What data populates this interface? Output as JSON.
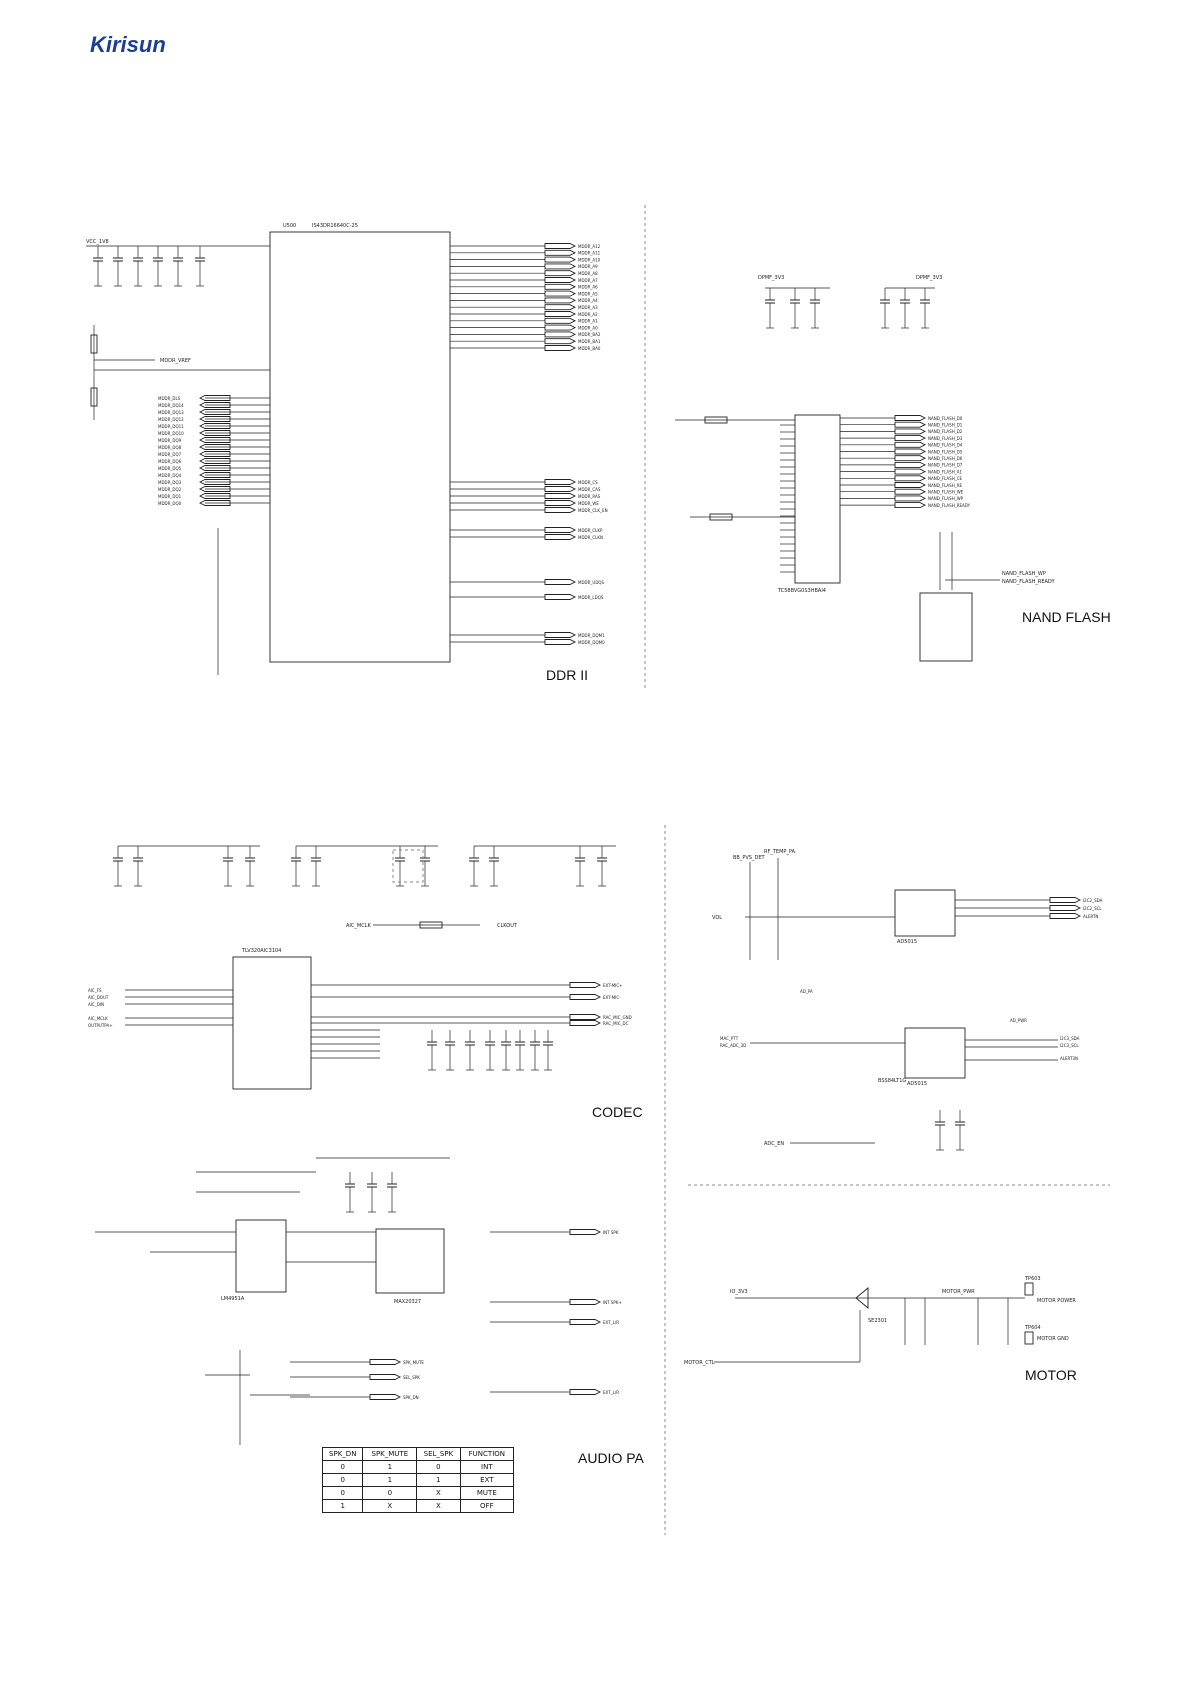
{
  "logo": {
    "text": "Kirisun",
    "color": "#1c3f95"
  },
  "sections": {
    "ddr": {
      "label": "DDR II",
      "chip_ref": "U500",
      "chip_part": "IS43DR16640C-25",
      "power_net": "VCC_1V8",
      "left_nets": [
        "MDDR_DLS",
        "MDDR_DQ14",
        "MDDR_DQ13",
        "MDDR_DQ12",
        "MDDR_DQ11",
        "MDDR_DQ10",
        "MDDR_DQ9",
        "MDDR_DQ8",
        "MDDR_DQ7",
        "MDDR_DQ6",
        "MDDR_DQ5",
        "MDDR_DQ4",
        "MDDR_DQ3",
        "MDDR_DQ2",
        "MDDR_DQ1",
        "MDDR_DQ0"
      ],
      "right_nets": [
        "MDDR_A12",
        "MDDR_A11",
        "MDDR_A10",
        "MDDR_A9",
        "MDDR_A8",
        "MDDR_A7",
        "MDDR_A6",
        "MDDR_A5",
        "MDDR_A4",
        "MDDR_A3",
        "MDDR_A2",
        "MDDR_A1",
        "MDDR_A0",
        "MDDR_BA2",
        "MDDR_BA1",
        "MDDR_BA0"
      ],
      "ctrl_nets": [
        "MDDR_CS",
        "MDDR_CAS",
        "MDDR_RAS",
        "MDDR_WE",
        "MDDR_CLK_EN",
        "MDDR_CLKP",
        "MDDR_CLKN",
        "MDDR_UDQS",
        "MDDR_LDQS",
        "MDDR_DQM1",
        "MDDR_DQM0"
      ],
      "vref_net": "MDDR_VREF"
    },
    "nand": {
      "label": "NAND FLASH",
      "chip_part": "TC58BVG0S3HBAI4",
      "power_nets": [
        "DPMF_3V3",
        "DPMF_3V3"
      ],
      "nets": [
        "NAND_FLASH_D0",
        "NAND_FLASH_D1",
        "NAND_FLASH_D2",
        "NAND_FLASH_D3",
        "NAND_FLASH_D4",
        "NAND_FLASH_D5",
        "NAND_FLASH_D6",
        "NAND_FLASH_D7",
        "NAND_FLASH_A1",
        "NAND_FLASH_CE",
        "NAND_FLASH_RE",
        "NAND_FLASH_WE",
        "NAND_FLASH_WP",
        "NAND_FLASH_READY"
      ],
      "wp_nets": [
        "NAND_FLASH_WP",
        "NAND_FLASH_READY"
      ]
    },
    "codec": {
      "label": "CODEC",
      "chip_part": "TLV320AIC3104",
      "nets": [
        "EXT-MIC+",
        "EXT-MIC-",
        "RAC_MIC_GND",
        "RAC_MIC_DC"
      ],
      "in_nets": [
        "AIC_FS",
        "AIC_DOUT",
        "AIC_DIN",
        "AIC_MCLK",
        "OUTPUTPA+"
      ],
      "clk_net": "AIC_MCLK",
      "clk_out": "CLKOUT"
    },
    "audio_pa": {
      "label": "AUDIO PA",
      "chips": [
        "LM4951A",
        "MAX20327"
      ],
      "nets": [
        "INT SPK",
        "INT SPK+",
        "EXT_L/R",
        "EXT_L/R",
        "SPK_MUTE",
        "SEL_SPK",
        "SPK_DN"
      ],
      "table": {
        "headers": [
          "SPK_DN",
          "SPK_MUTE",
          "SEL_SPK",
          "FUNCTION"
        ],
        "rows": [
          [
            "0",
            "1",
            "0",
            "INT"
          ],
          [
            "0",
            "1",
            "1",
            "EXT"
          ],
          [
            "0",
            "0",
            "X",
            "MUTE"
          ],
          [
            "1",
            "X",
            "X",
            "OFF"
          ]
        ]
      }
    },
    "adc": {
      "chips": [
        "AD5015",
        "AD5015"
      ],
      "top_nets": [
        "RF_TEMP_PA",
        "BB_PVS_DET",
        "VOL"
      ],
      "right_nets": [
        "I2C2_SDA",
        "I2C2_SCL",
        "ALERTN"
      ],
      "nets2": [
        "AD_PWR",
        "AD_PA",
        "MAC_PTT",
        "RAC_ADC_3D",
        "I2C3_SDA",
        "I2C3_SCL",
        "ALERT3N"
      ],
      "enable_net": "ADC_EN",
      "fet": "BSS84LT1G"
    },
    "motor": {
      "label": "MOTOR",
      "nets": [
        "IO_3V3",
        "MOTOR_PWR",
        "MOTOR POWER",
        "MOTOR GND",
        "MOTOR_CTL"
      ],
      "fet": "SE2301",
      "tps": [
        "TP603",
        "TP604"
      ]
    }
  }
}
